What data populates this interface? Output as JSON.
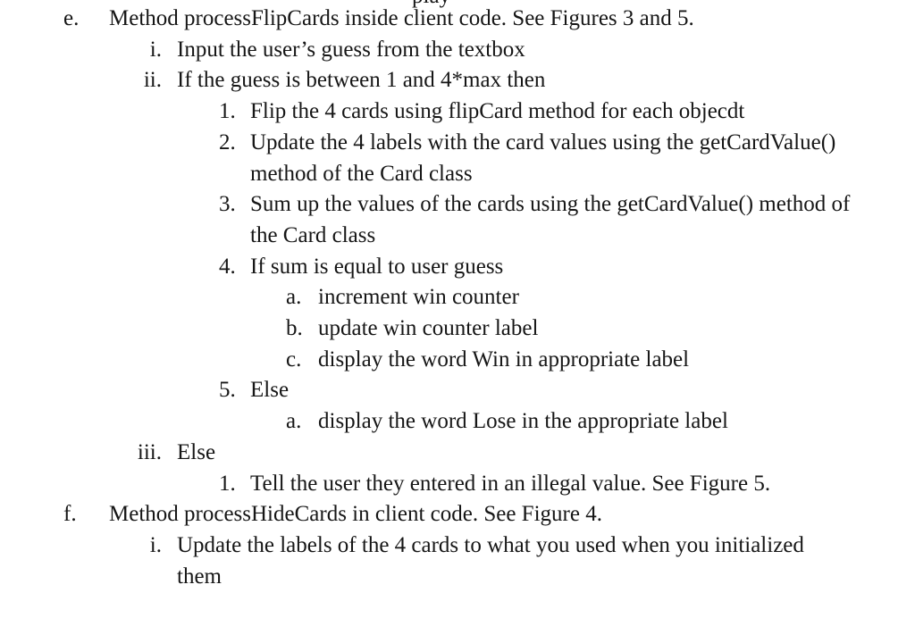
{
  "page": {
    "background": "#ffffff",
    "text_color": "#161616",
    "clipped_line_fragment": "play"
  },
  "document": {
    "lines": [
      {
        "level": "alpha",
        "marker": "e.",
        "text": "Method processFlipCards inside client code. See Figures 3 and 5."
      },
      {
        "level": "roman",
        "marker": "i.",
        "text": "Input the user’s guess from the textbox"
      },
      {
        "level": "roman",
        "marker": "ii.",
        "text": "If the guess is between 1 and 4*max then"
      },
      {
        "level": "decimal",
        "marker": "1.",
        "text": "Flip the 4 cards using flipCard method for each objecdt"
      },
      {
        "level": "decimal",
        "marker": "2.",
        "text": "Update the 4 labels with the card values using the getCardValue()"
      },
      {
        "level": "decimal",
        "marker": null,
        "text": "method of the Card class"
      },
      {
        "level": "decimal",
        "marker": "3.",
        "text": "Sum up the values of the cards using the getCardValue() method of"
      },
      {
        "level": "decimal",
        "marker": null,
        "text": "the Card class"
      },
      {
        "level": "decimal",
        "marker": "4.",
        "text": "If sum is equal to user guess"
      },
      {
        "level": "latin",
        "marker": "a.",
        "text": "increment win counter"
      },
      {
        "level": "latin",
        "marker": "b.",
        "text": "update win counter label"
      },
      {
        "level": "latin",
        "marker": "c.",
        "text": "display the word Win in appropriate label"
      },
      {
        "level": "decimal",
        "marker": "5.",
        "text": "Else"
      },
      {
        "level": "latin",
        "marker": "a.",
        "text": "display the word Lose in the appropriate label"
      },
      {
        "level": "roman",
        "marker": "iii.",
        "text": "Else"
      },
      {
        "level": "decimal",
        "marker": "1.",
        "text": "Tell the user they entered in an illegal value. See Figure 5."
      },
      {
        "level": "alpha",
        "marker": "f.",
        "text": "Method processHideCards in client code. See Figure 4."
      },
      {
        "level": "roman",
        "marker": "i.",
        "text": "Update the labels of the 4 cards to what you used when you initialized"
      },
      {
        "level": "roman",
        "marker": null,
        "text": "them"
      }
    ]
  }
}
